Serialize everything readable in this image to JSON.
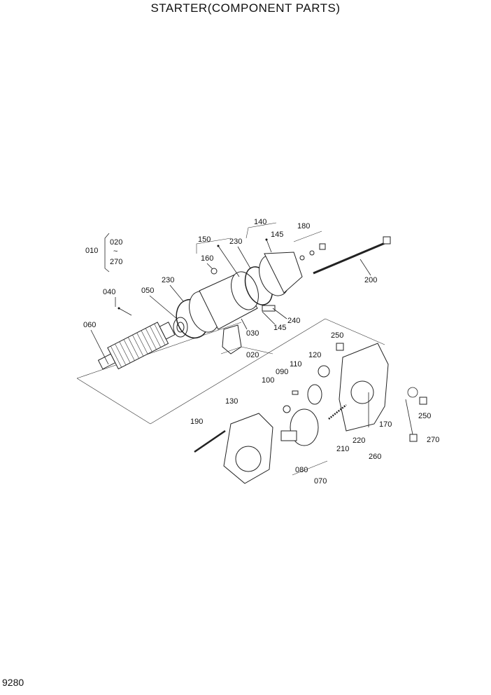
{
  "diagram": {
    "title": "STARTER(COMPONENT PARTS)",
    "page_number": "9280",
    "group_010": {
      "code": "010",
      "range_from": "020",
      "tilde": "~",
      "range_to": "270"
    },
    "callouts": {
      "c020_top": "020",
      "c270_top": "270",
      "c040": "040",
      "c050": "050",
      "c060": "060",
      "c230_left": "230",
      "c150": "150",
      "c160": "160",
      "c230_top": "230",
      "c140": "140",
      "c145_top": "145",
      "c180": "180",
      "c200": "200",
      "c240": "240",
      "c145_mid": "145",
      "c030": "030",
      "c020_mid": "020",
      "c250_top": "250",
      "c120": "120",
      "c110": "110",
      "c090": "090",
      "c100": "100",
      "c130": "130",
      "c190": "190",
      "c080": "080",
      "c070": "070",
      "c210": "210",
      "c220": "220",
      "c260": "260",
      "c170": "170",
      "c250_right": "250",
      "c270_right": "270"
    }
  }
}
